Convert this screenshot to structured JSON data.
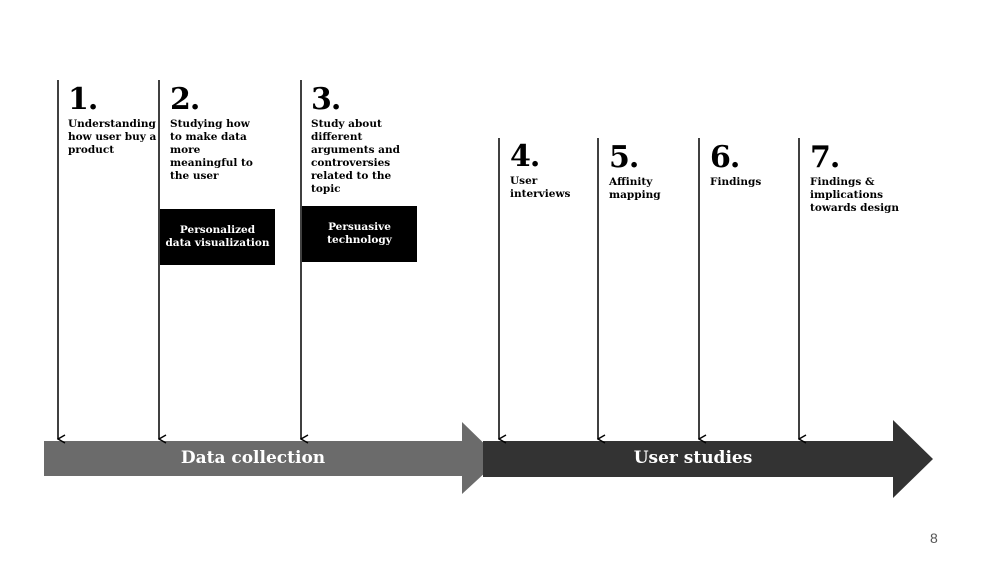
{
  "phases": [
    {
      "label": "Data collection",
      "color": "#6b6b6b"
    },
    {
      "label": "User studies",
      "color": "#333333"
    }
  ],
  "steps": [
    {
      "number": "1.",
      "text": "Understanding\nhow user buy a\nproduct"
    },
    {
      "number": "2.",
      "text": "Studying how\nto make data\nmore\nmeaningful to\nthe user"
    },
    {
      "number": "3.",
      "text": "Study about\ndifferent\narguments and\ncontroversies\nrelated to the\ntopic"
    },
    {
      "number": "4.",
      "text": "User\ninterviews"
    },
    {
      "number": "5.",
      "text": "Affinity\nmapping"
    },
    {
      "number": "6.",
      "text": "Findings"
    },
    {
      "number": "7.",
      "text": "Findings &\nimplications\ntowards design"
    }
  ],
  "boxes": [
    {
      "text": "Personalized\ndata visualization"
    },
    {
      "text": "Persuasive\ntechnology"
    }
  ],
  "page_number": "8"
}
